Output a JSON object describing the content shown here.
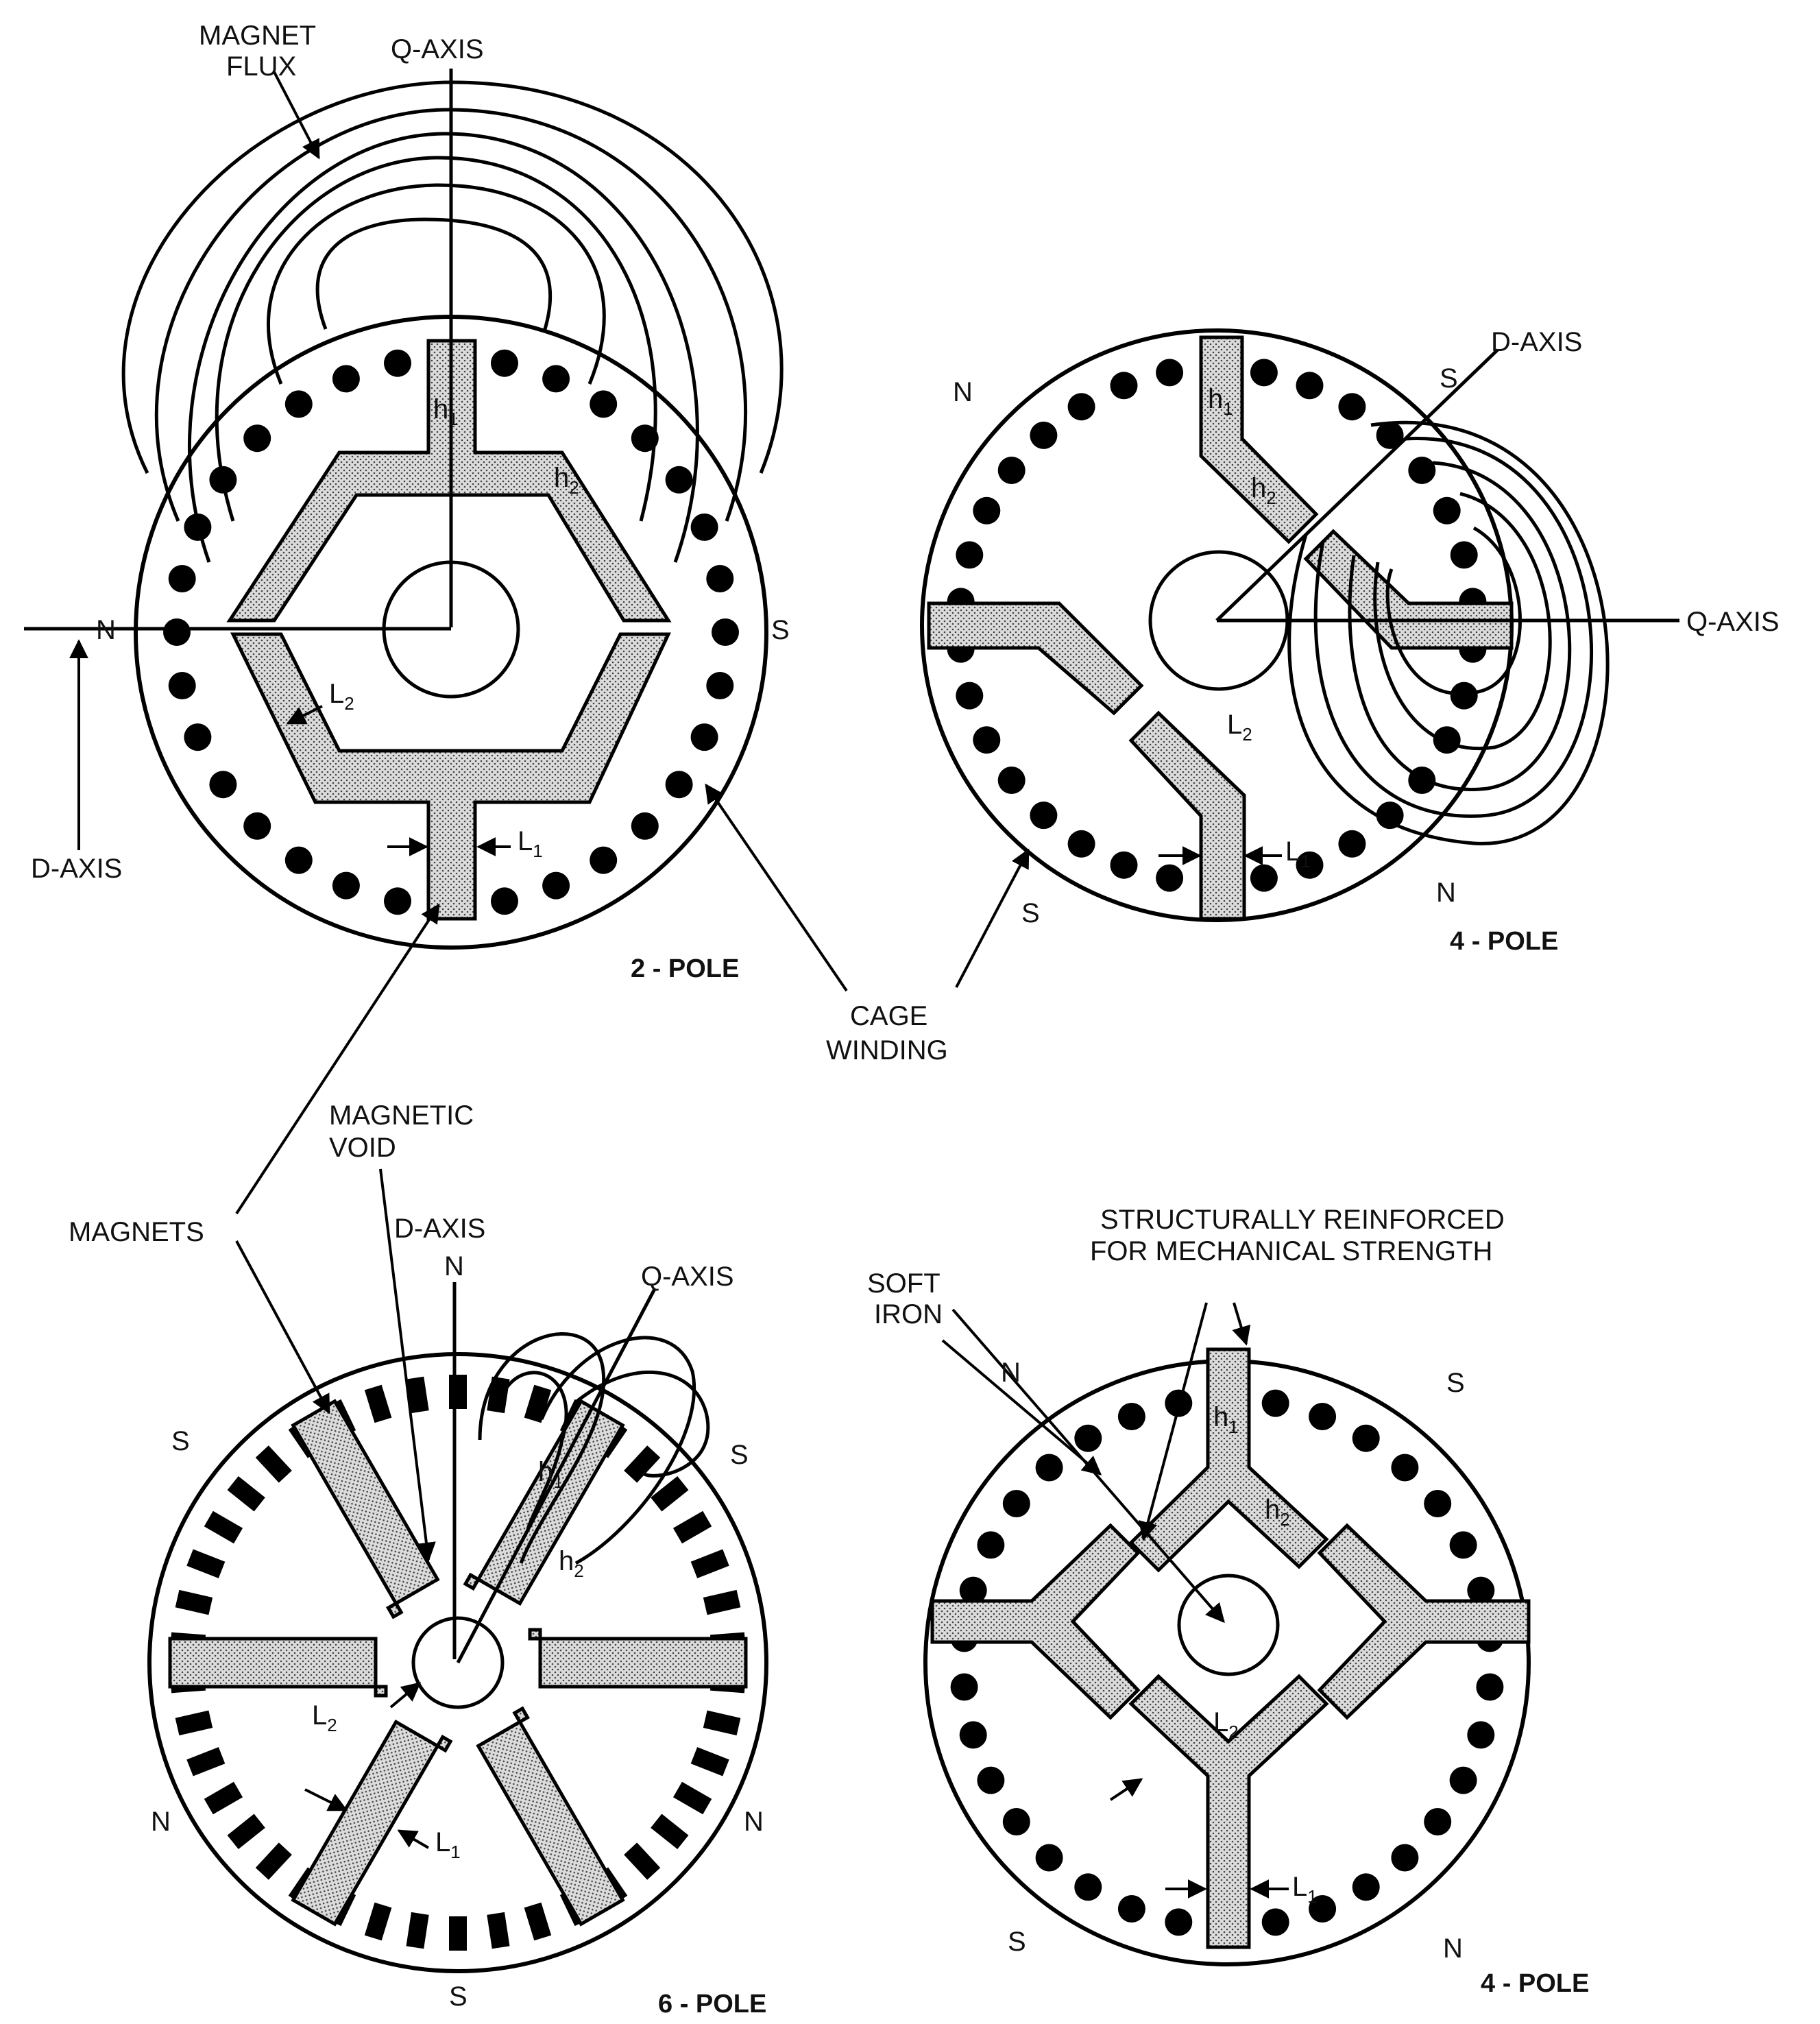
{
  "labels": {
    "magnet_flux_1": "MAGNET",
    "magnet_flux_2": "FLUX",
    "q_axis": "Q-AXIS",
    "d_axis": "D-AXIS",
    "n": "N",
    "s": "S",
    "h": "h",
    "l": "L",
    "sub1": "1",
    "sub2": "2",
    "cage_1": "CAGE",
    "cage_2": "WINDING",
    "magnetic_void_1": "MAGNETIC",
    "magnetic_void_2": "VOID",
    "magnets": "MAGNETS",
    "soft_iron_1": "SOFT",
    "soft_iron_2": "IRON",
    "reinforced_1": "STRUCTURALLY REINFORCED",
    "reinforced_2": "FOR MECHANICAL STRENGTH"
  },
  "rotors": [
    {
      "id": "top-left",
      "title": "2 - POLE"
    },
    {
      "id": "top-right",
      "title": "4 - POLE"
    },
    {
      "id": "bottom-left",
      "title": "6 - POLE"
    },
    {
      "id": "bottom-right",
      "title": "4 - POLE"
    }
  ],
  "colors": {
    "ink": "#000000",
    "paper": "#ffffff",
    "magnet_fill": "#cfcfcf"
  }
}
